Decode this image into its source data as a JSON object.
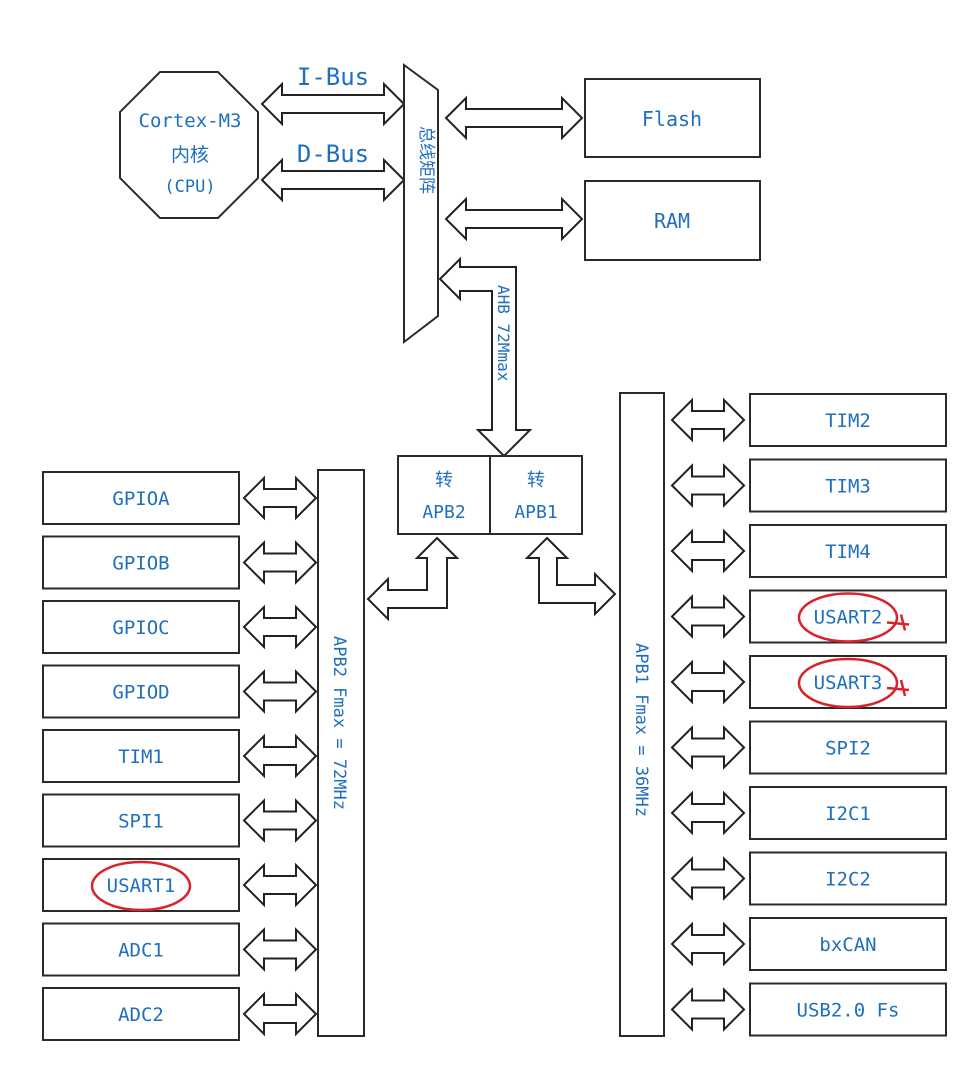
{
  "cpu": {
    "line1": "Cortex-M3",
    "line2": "内核",
    "line3": "(CPU)"
  },
  "buses": {
    "ibus": "I-Bus",
    "dbus": "D-Bus"
  },
  "matrix": {
    "label": "总线矩阵"
  },
  "memory": {
    "flash": "Flash",
    "ram": "RAM"
  },
  "ahb": {
    "label": "AHB 72Mmax"
  },
  "bridges": {
    "apb2": {
      "char": "转",
      "label": "APB2"
    },
    "apb1": {
      "char": "转",
      "label": "APB1"
    }
  },
  "apb2_bus": {
    "label": "APB2 Fmax = 72MHz",
    "peripherals": [
      "GPIOA",
      "GPIOB",
      "GPIOC",
      "GPIOD",
      "TIM1",
      "SPI1",
      "USART1",
      "ADC1",
      "ADC2"
    ]
  },
  "apb1_bus": {
    "label": "APB1 Fmax = 36MHz",
    "peripherals": [
      "TIM2",
      "TIM3",
      "TIM4",
      "USART2",
      "USART3",
      "SPI2",
      "I2C1",
      "I2C2",
      "bxCAN",
      "USB2.0 Fs"
    ]
  },
  "highlighted": [
    "USART1",
    "USART2",
    "USART3"
  ],
  "colors": {
    "text": "#1f6fbf",
    "outline": "#2a2a2a",
    "highlight": "#d8232a"
  }
}
